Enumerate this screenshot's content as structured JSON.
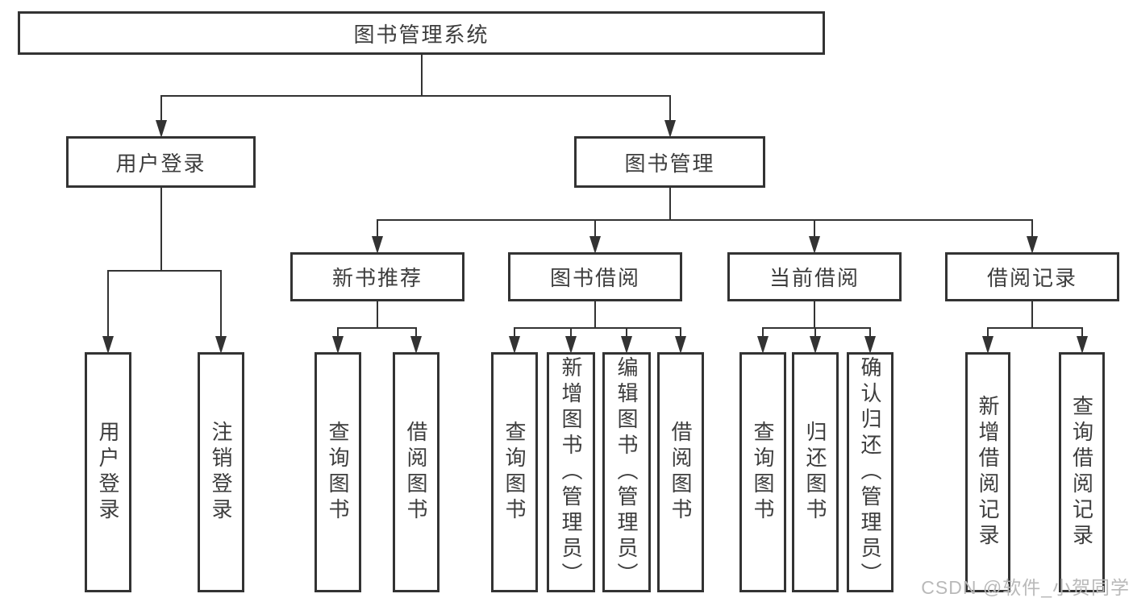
{
  "colors": {
    "bg": "#ffffff",
    "line": "#333333",
    "text": "#3d3d3d",
    "watermark": "#b9b9b9"
  },
  "watermark": {
    "text": "CSDN @软件_小贺同学"
  },
  "tree": {
    "id": "system",
    "label": "图书管理系统",
    "children": [
      {
        "id": "user-login",
        "label": "用户登录",
        "children": [
          {
            "id": "user-login-op",
            "label": "用户登录"
          },
          {
            "id": "logout-op",
            "label": "注销登录"
          }
        ]
      },
      {
        "id": "book-management",
        "label": "图书管理",
        "children": [
          {
            "id": "new-book-recommend",
            "label": "新书推荐",
            "children": [
              {
                "id": "nb-query-books",
                "label": "查询图书"
              },
              {
                "id": "nb-borrow-books",
                "label": "借阅图书"
              }
            ]
          },
          {
            "id": "book-borrowing",
            "label": "图书借阅",
            "children": [
              {
                "id": "bb-query-books",
                "label": "查询图书"
              },
              {
                "id": "bb-add-book",
                "label": "新增图书（管理员）"
              },
              {
                "id": "bb-edit-book",
                "label": "编辑图书（管理员）"
              },
              {
                "id": "bb-borrow-books",
                "label": "借阅图书"
              }
            ]
          },
          {
            "id": "current-borrowing",
            "label": "当前借阅",
            "children": [
              {
                "id": "cb-query-books",
                "label": "查询图书"
              },
              {
                "id": "cb-return-books",
                "label": "归还图书"
              },
              {
                "id": "cb-confirm-return",
                "label": "确认归还（管理员）"
              }
            ]
          },
          {
            "id": "borrow-records",
            "label": "借阅记录",
            "children": [
              {
                "id": "br-add-record",
                "label": "新增借阅记录"
              },
              {
                "id": "br-query-record",
                "label": "查询借阅记录"
              }
            ]
          }
        ]
      }
    ]
  }
}
